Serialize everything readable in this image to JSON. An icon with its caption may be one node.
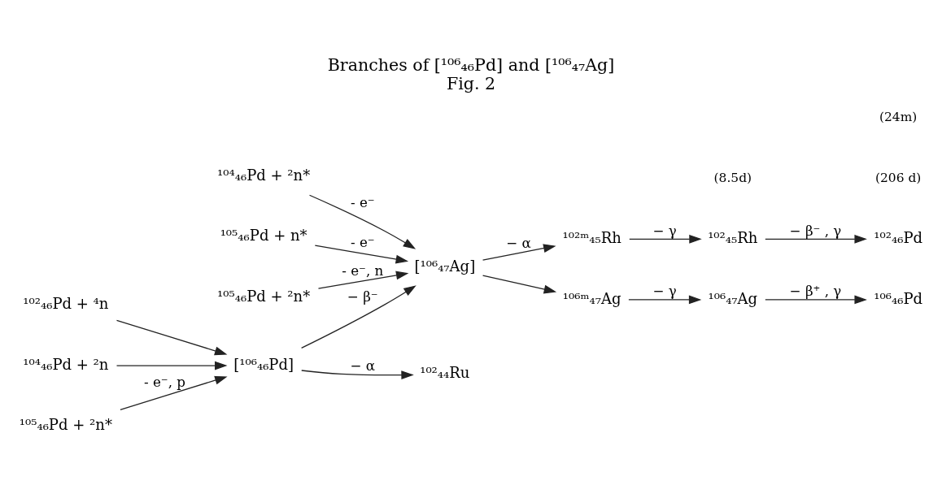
{
  "diagram": {
    "title": "Branches of [¹⁰⁶₄₆Pd] and [¹⁰⁶₄₇Ag]",
    "caption": "Fig. 2",
    "nodes": [
      {
        "text": [
          "¹⁰⁴₄₆Pd + ²n*"
        ]
      },
      {
        "text": [
          "¹⁰⁵₄₆Pd + n*"
        ]
      },
      {
        "text": [
          "¹⁰⁵₄₆Pd + ²n*"
        ]
      },
      {
        "text": [
          "[¹⁰⁶₄₆Pd]"
        ]
      },
      {
        "text": [
          "[¹⁰⁶₄₇Ag]"
        ]
      },
      {
        "text": [
          "¹⁰²ᵐ₄₅Rh"
        ]
      },
      {
        "text": [
          "¹⁰²₄₅Rh"
        ]
      },
      {
        "text": [
          "¹⁰²₄₆Pd"
        ]
      },
      {
        "text": [
          "¹⁰²₄₆Pd + ⁴n"
        ]
      },
      {
        "text": [
          "¹⁰⁴₄₆Pd + ²n"
        ]
      },
      {
        "text": [
          "¹⁰⁵₄₆Pd + ²n*"
        ]
      },
      {
        "text": [
          "¹⁰²₄₄Ru"
        ]
      },
      {
        "text": [
          "¹⁰⁶ᵐ₄₇Ag"
        ]
      },
      {
        "text": [
          "¹⁰⁶₄₇Ag"
        ]
      },
      {
        "text": [
          "¹⁰⁶₄₆Pd"
        ]
      }
    ],
    "edges": [
      {
        "from": 0,
        "to": 4,
        "arrow": "to",
        "label": "- e⁻"
      },
      {
        "from": 1,
        "to": 4,
        "arrow": "to",
        "label": "- e⁻"
      },
      {
        "from": 2,
        "to": 4,
        "arrow": "to",
        "label": "- e⁻, n"
      },
      {
        "from": 3,
        "to": 4,
        "arrow": "to",
        "label": "− β⁻"
      },
      {
        "from": 4,
        "to": 5,
        "arrow": "to",
        "label": "− α"
      },
      {
        "from": 5,
        "to": 6,
        "arrow": "to",
        "label": "− γ"
      },
      {
        "from": 6,
        "to": 7,
        "arrow": "to",
        "label": "− β⁻ , γ"
      },
      {
        "from": 8,
        "to": 3,
        "arrow": "to"
      },
      {
        "from": 9,
        "to": 3,
        "arrow": "to"
      },
      {
        "from": 10,
        "to": 3,
        "arrow": "to",
        "label": "- e⁻, p"
      },
      {
        "from": 3,
        "to": 11,
        "arrow": "to",
        "label": "− α"
      },
      {
        "from": 4,
        "to": 12,
        "arrow": "to"
      },
      {
        "from": 12,
        "to": 13,
        "arrow": "to",
        "label": "− γ"
      },
      {
        "from": 13,
        "to": 14,
        "arrow": "to",
        "label": "− β⁺ , γ"
      }
    ],
    "labels": [
      "(206 d)",
      "(8.5d)",
      "(24m)"
    ]
  }
}
